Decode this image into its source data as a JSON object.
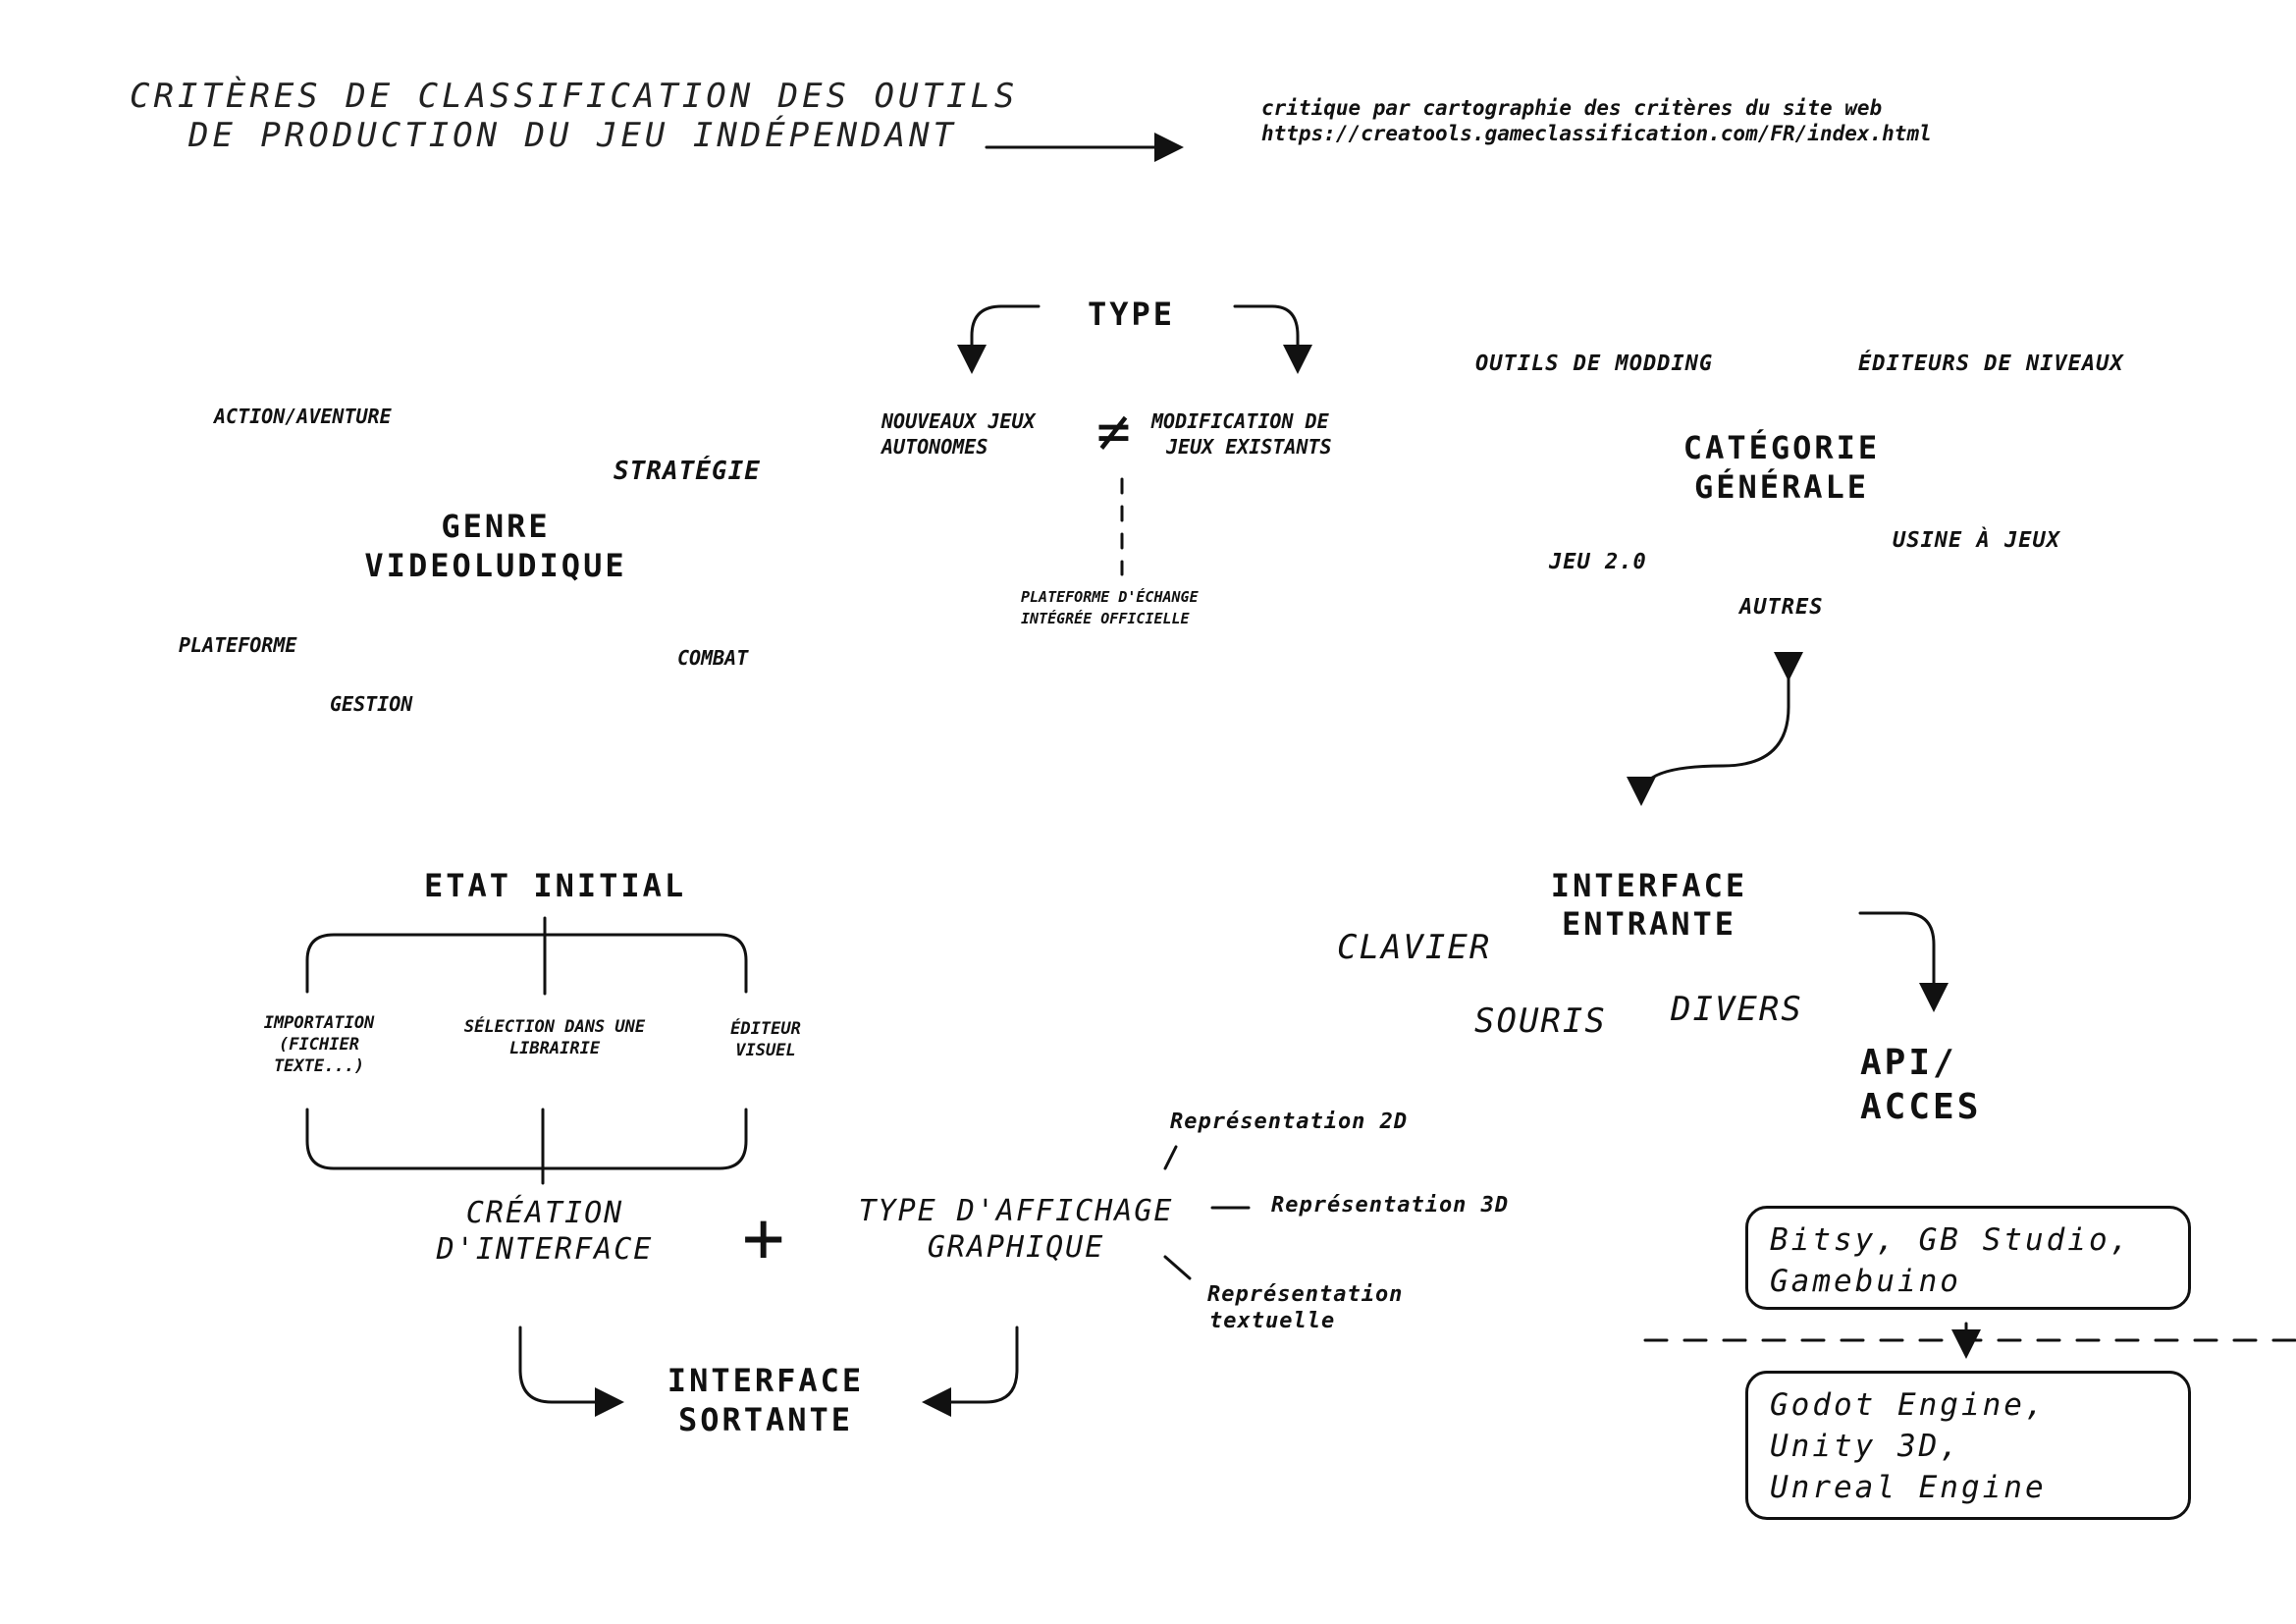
{
  "header": {
    "title_line1": "CRITÈRES DE CLASSIFICATION DES OUTILS",
    "title_line2": "DE PRODUCTION DU JEU INDÉPENDANT",
    "note_line1": "critique par cartographie des critères du site web",
    "note_line2": "https://creatools.gameclassification.com/FR/index.html"
  },
  "type": {
    "title": "TYPE",
    "left_line1": "NOUVEAUX JEUX",
    "left_line2": "AUTONOMES",
    "not_equal": "≠",
    "right_line1": "MODIFICATION DE",
    "right_line2": "JEUX EXISTANTS",
    "sub_line1": "PLATEFORME D'ÉCHANGE",
    "sub_line2": "INTÉGRÉE OFFICIELLE"
  },
  "genre": {
    "title_line1": "GENRE",
    "title_line2": "VIDEOLUDIQUE",
    "items": [
      "ACTION/AVENTURE",
      "STRATÉGIE",
      "PLATEFORME",
      "COMBAT",
      "GESTION"
    ]
  },
  "categorie": {
    "title_line1": "CATÉGORIE",
    "title_line2": "GÉNÉRALE",
    "items": [
      "OUTILS DE MODDING",
      "ÉDITEURS DE NIVEAUX",
      "JEU 2.0",
      "USINE À JEUX",
      "AUTRES"
    ]
  },
  "etat": {
    "title": "ETAT INITIAL",
    "opt1_line1": "IMPORTATION",
    "opt1_line2": "(FICHIER",
    "opt1_line3": "TEXTE...)",
    "opt2_line1": "SÉLECTION DANS UNE",
    "opt2_line2": "LIBRAIRIE",
    "opt3_line1": "ÉDITEUR",
    "opt3_line2": "VISUEL"
  },
  "creation": {
    "line1": "CRÉATION",
    "line2": "D'INTERFACE",
    "plus": "+"
  },
  "affichage": {
    "line1": "TYPE D'AFFICHAGE",
    "line2": "GRAPHIQUE",
    "rep2d": "Représentation 2D",
    "rep3d": "Représentation 3D",
    "reptext_line1": "Représentation",
    "reptext_line2": "textuelle"
  },
  "sortante": {
    "line1": "INTERFACE",
    "line2": "SORTANTE"
  },
  "entrante": {
    "line1": "INTERFACE",
    "line2": "ENTRANTE",
    "items": [
      "CLAVIER",
      "SOURIS",
      "DIVERS"
    ]
  },
  "api": {
    "line1": "API/",
    "line2": "ACCES",
    "box1_line1": "Bitsy, GB Studio,",
    "box1_line2": "Gamebuino",
    "box2_line1": "Godot Engine,",
    "box2_line2": "Unity 3D,",
    "box2_line3": "Unreal Engine"
  }
}
